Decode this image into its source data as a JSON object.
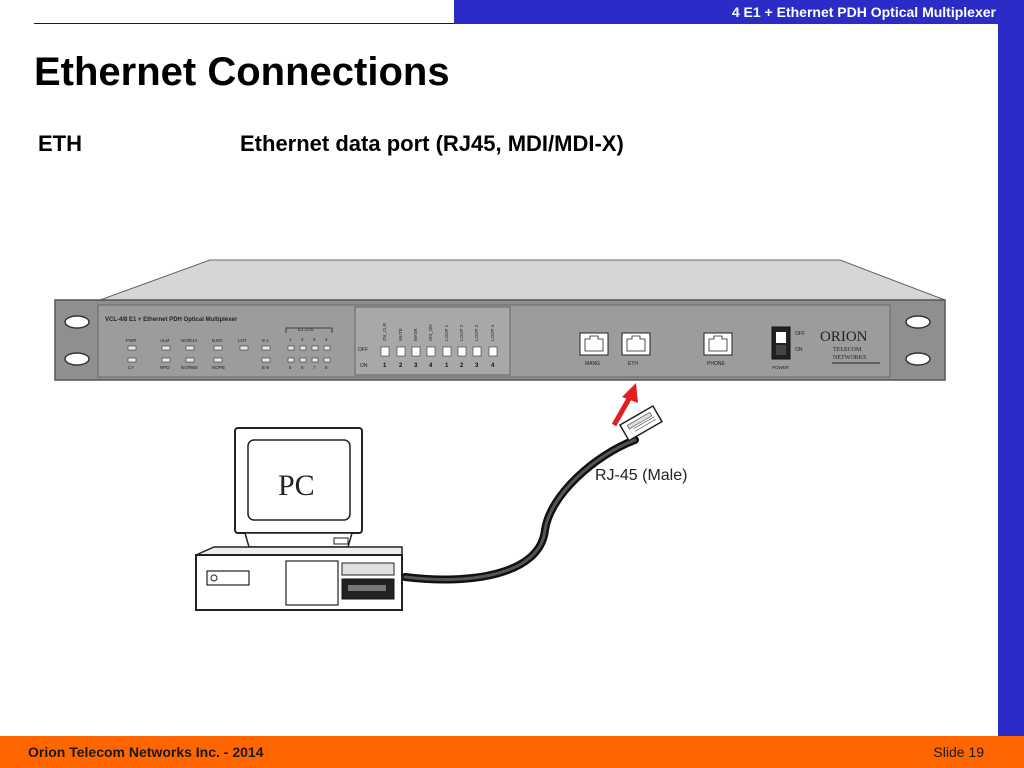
{
  "header": {
    "title": "4 E1 + Ethernet PDH Optical Multiplexer"
  },
  "slide": {
    "title": "Ethernet Connections",
    "term": "ETH",
    "description": "Ethernet data port (RJ45, MDI/MDI-X)"
  },
  "device": {
    "model_label": "VCL-4/8 E1 + Ethernet PDH Optical Multiplexer",
    "led_top": [
      "PWR",
      "ALM",
      "NO/E1A",
      "B.EN",
      "LNT",
      "E-1"
    ],
    "led_bottom": [
      "CY",
      "RPD",
      "NO/RB5",
      "NOPB",
      "E-5"
    ],
    "e1_los_label": "E1 LOS",
    "e1_top_numbers": [
      "1",
      "2",
      "3",
      "4"
    ],
    "e1_bottom_numbers": [
      "5",
      "6",
      "7",
      "8"
    ],
    "dip_labels": [
      "OV_CLR",
      "MUTE",
      "MASK",
      "AIS_ON",
      "LOOP 1",
      "LOOP 2",
      "LOOP 3",
      "LOOP 4"
    ],
    "dip_numbers": [
      "1",
      "2",
      "3",
      "4",
      "1",
      "2",
      "3",
      "4"
    ],
    "off_label": "OFF",
    "on_label": "ON",
    "ports": [
      "MANG",
      "ETH",
      "PHONE"
    ],
    "power_off": "OFF",
    "power_on": "ON",
    "power_label": "POWER",
    "logo_main": "ORION",
    "logo_sub1": "TELECOM",
    "logo_sub2": "NETWORKS"
  },
  "pc_label": "PC",
  "connector_label": "RJ-45 (Male)",
  "footer": {
    "company": "Orion Telecom Networks Inc. - 2014",
    "slide_number": "Slide 19"
  },
  "colors": {
    "header_blue": "#2b2bc8",
    "footer_orange": "#ff6600",
    "arrow_red": "#e02020"
  }
}
